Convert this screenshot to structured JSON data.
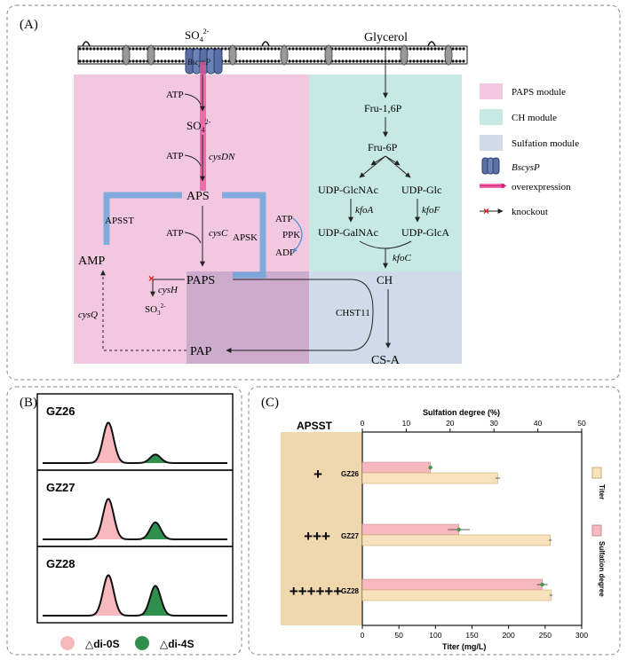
{
  "panel_a": {
    "label": "(A)",
    "sulfate": "SO",
    "sulfate_sub": "4",
    "sulfate_sup": "2-",
    "bscysp": "BscysP",
    "glycerol": "Glycerol",
    "atp1": "ATP",
    "so4_mid": "SO",
    "atp2": "ATP",
    "cysdn": "cysDN",
    "aps": "APS",
    "apsst": "APSST",
    "amp": "AMP",
    "atp3": "ATP",
    "cysc": "cysC",
    "apsk": "APSK",
    "atp4": "ATP",
    "ppk": "PPK",
    "adp": "ADP",
    "paps": "PAPS",
    "cysh": "cysH",
    "so3": "SO",
    "so3_sub": "3",
    "so3_sup": "2-",
    "cysq": "cysQ",
    "pap": "PAP",
    "fru16p": "Fru-1,6P",
    "fru6p": "Fru-6P",
    "udp_glcnac": "UDP-GlcNAc",
    "udp_glc": "UDP-Glc",
    "kfoa": "kfoA",
    "kfof": "kfoF",
    "udp_galnac": "UDP-GalNAc",
    "udp_glca": "UDP-GlcA",
    "kfoc": "kfoC",
    "ch": "CH",
    "chst11": "CHST11",
    "csa": "CS-A",
    "legend": {
      "paps_module": "PAPS module",
      "ch_module": "CH module",
      "sulfation_module": "Sulfation module",
      "bscysp": "BscysP",
      "overexpression": "overexpression",
      "knockout": "knockout"
    },
    "colors": {
      "paps_module": "#f2c7e0",
      "ch_module": "#c7e9e4",
      "sulfation_module": "#cfdbe8",
      "overexpression": "#e8509a",
      "blue_arrow": "#6fa6dc"
    }
  },
  "panel_b": {
    "label": "(B)",
    "strains": [
      "GZ26",
      "GZ27",
      "GZ28"
    ],
    "legend_0s": "△di-0S",
    "legend_4s": "△di-4S",
    "colors": {
      "di0s": "#f7b9bd",
      "di4s": "#2f8f4c"
    }
  },
  "panel_c": {
    "label": "(C)",
    "apsst_label": "APSST",
    "chart_data": {
      "type": "bar",
      "categories": [
        "GZ26",
        "GZ27",
        "GZ28"
      ],
      "apsst_levels": [
        "+",
        "+++",
        "++++++"
      ],
      "series": [
        {
          "name": "Sulfation degree",
          "axis": "top",
          "values": [
            15.5,
            22,
            41
          ]
        },
        {
          "name": "Titer",
          "axis": "bottom",
          "values": [
            185,
            257,
            258
          ]
        }
      ],
      "xlabel_top": "Sulfation degree (%)",
      "xlabel_bottom": "Titer (mg/L)",
      "top_ticks": [
        "0",
        "10",
        "20",
        "30",
        "40",
        "50"
      ],
      "bottom_ticks": [
        "0",
        "50",
        "100",
        "150",
        "200",
        "250",
        "300"
      ],
      "top_range": [
        0,
        50
      ],
      "bottom_range": [
        0,
        300
      ],
      "colors": {
        "sulfation": "#f7b9bd",
        "titer": "#f8e2bb",
        "marker": "#3d9b4e",
        "side": "#f0d8ae"
      }
    }
  }
}
